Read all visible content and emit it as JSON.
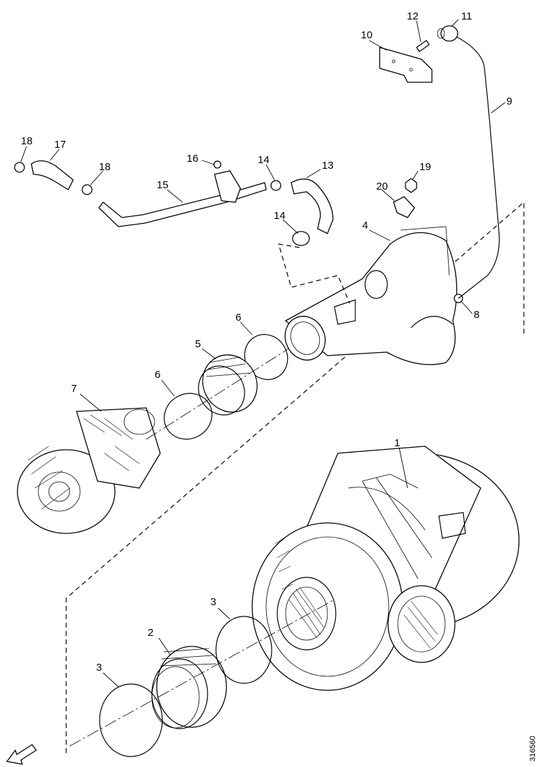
{
  "callouts": {
    "c1": "1",
    "c2": "2",
    "c3a": "3",
    "c3b": "3",
    "c4": "4",
    "c5": "5",
    "c6a": "6",
    "c6b": "6",
    "c7": "7",
    "c8": "8",
    "c9": "9",
    "c10": "10",
    "c11": "11",
    "c12": "12",
    "c13": "13",
    "c14a": "14",
    "c14b": "14",
    "c15": "15",
    "c16": "16",
    "c17": "17",
    "c18a": "18",
    "c18b": "18",
    "c19": "19",
    "c20": "20"
  },
  "reference_code": "316560",
  "icons": {
    "front_arrow": "front-direction-arrow-icon"
  }
}
